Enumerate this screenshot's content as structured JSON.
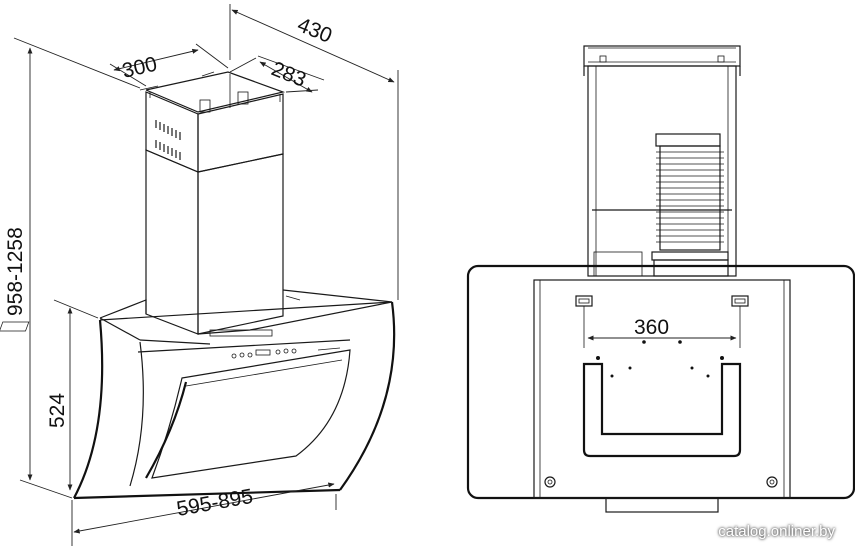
{
  "dimensions": {
    "chimney_width": "300",
    "chimney_depth": "283",
    "total_depth": "430",
    "total_height": "958-1258",
    "body_height": "524",
    "total_width": "595-895",
    "mount_spacing": "360"
  },
  "watermark": "catalog.onliner.by",
  "colors": {
    "line": "#1a1a1a",
    "background": "#ffffff"
  }
}
